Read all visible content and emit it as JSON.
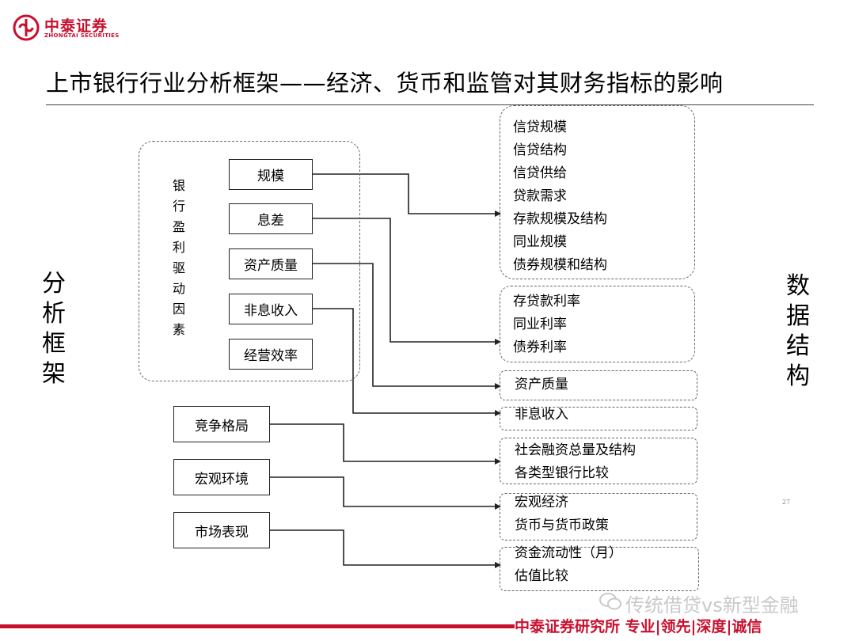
{
  "header": {
    "logo_cn": "中泰证券",
    "logo_en": "ZHONGTAI SECURITIES",
    "title": "上市银行行业分析框架——经济、货币和监管对其财务指标的影响"
  },
  "left_label": [
    "分",
    "析",
    "框",
    "架"
  ],
  "right_label": [
    "数",
    "据",
    "结",
    "构"
  ],
  "drivers": {
    "label": [
      "银",
      "行",
      "盈",
      "利",
      "驱",
      "动",
      "因",
      "素"
    ],
    "items": [
      {
        "label": "规模"
      },
      {
        "label": "息差"
      },
      {
        "label": "资产质量"
      },
      {
        "label": "非息收入"
      },
      {
        "label": "经营效率"
      }
    ]
  },
  "externals": [
    {
      "label": "竞争格局"
    },
    {
      "label": "宏观环境"
    },
    {
      "label": "市场表现"
    }
  ],
  "data_groups": [
    {
      "items": [
        "信贷规模",
        "信贷结构",
        "信贷供给",
        "贷款需求",
        "存款规模及结构",
        "同业规模",
        "债券规模和结构"
      ]
    },
    {
      "items": [
        "存贷款利率",
        "同业利率",
        "债券利率"
      ]
    },
    {
      "items": [
        "资产质量"
      ]
    },
    {
      "items": [
        "非息收入"
      ]
    },
    {
      "items": [
        "社会融资总量及结构",
        "各类型银行比较"
      ]
    },
    {
      "items": [
        "宏观经济",
        "货币与货币政策"
      ]
    },
    {
      "items": [
        "资金流动性（月）",
        "估值比较"
      ]
    }
  ],
  "page_number": "27",
  "watermark": "传统借贷vs新型金融",
  "footer": "中泰证券研究所 专业|领先|深度|诚信",
  "colors": {
    "brand": "#c8102e",
    "line": "#222222",
    "dash": "#666666"
  }
}
